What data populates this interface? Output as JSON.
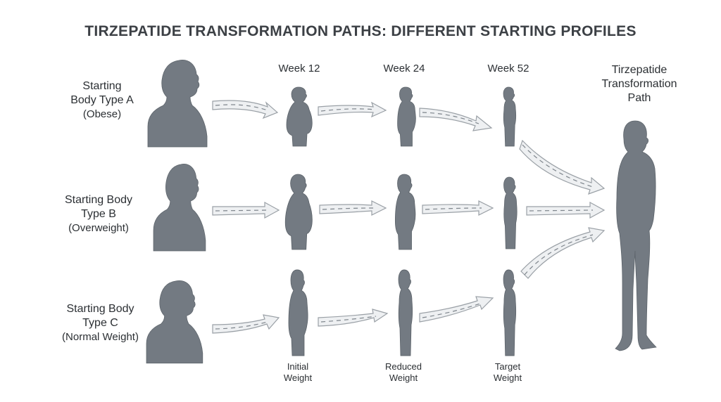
{
  "title": "TIRZEPATIDE TRANSFORMATION PATHS: DIFFERENT STARTING PROFILES",
  "rows": [
    {
      "line1": "Starting",
      "line2": "Body Type A",
      "sub": "(Obese)"
    },
    {
      "line1": "Starting Body",
      "line2": "Type B",
      "sub": "(Overweight)"
    },
    {
      "line1": "Starting Body",
      "line2": "Type C",
      "sub": "(Normal Weight)"
    }
  ],
  "weeks": [
    "Week 12",
    "Week 24",
    "Week 52"
  ],
  "stages": [
    {
      "line1": "Initial",
      "line2": "Weight"
    },
    {
      "line1": "Reduced",
      "line2": "Weight"
    },
    {
      "line1": "Target",
      "line2": "Weight"
    }
  ],
  "result": {
    "line1": "Tirzepatide",
    "line2": "Transformation",
    "line3": "Path"
  },
  "colors": {
    "figure": "#737a82",
    "arrow": "#eef0f2",
    "title": "#3c4045"
  }
}
